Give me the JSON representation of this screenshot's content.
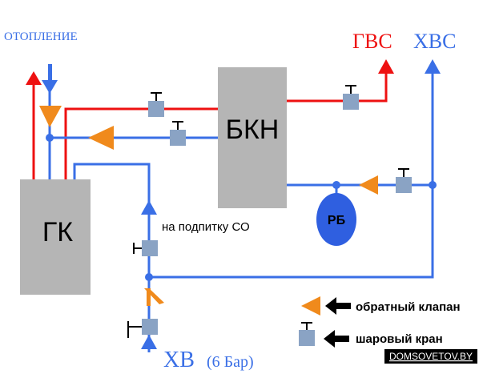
{
  "labels": {
    "heating": "ОТОПЛЕНИЕ",
    "hot_water": "ГВС",
    "cold_water": "ХВС",
    "boiler": "БКН",
    "gas_boiler": "ГК",
    "expansion_tank": "РБ",
    "makeup": "на подпитку СО",
    "cold_inlet": "ХВ",
    "cold_inlet_pressure": "(6 Бар)"
  },
  "legend": {
    "check_valve": "обратный клапан",
    "ball_valve": "шаровый кран"
  },
  "watermark": "DOMSOVETOV.BY",
  "colors": {
    "hot": "#ee1111",
    "cold": "#3a6fe6",
    "valve": "#8aa3c4",
    "check_valve": "#f08a1c",
    "unit": "#b5b5b5",
    "tank": "#2f5fe0",
    "arrow": "#000000"
  },
  "icons": [
    "ball-valve-icon",
    "check-valve-icon",
    "arrow-up-icon",
    "arrow-down-icon",
    "arrow-left-icon"
  ]
}
